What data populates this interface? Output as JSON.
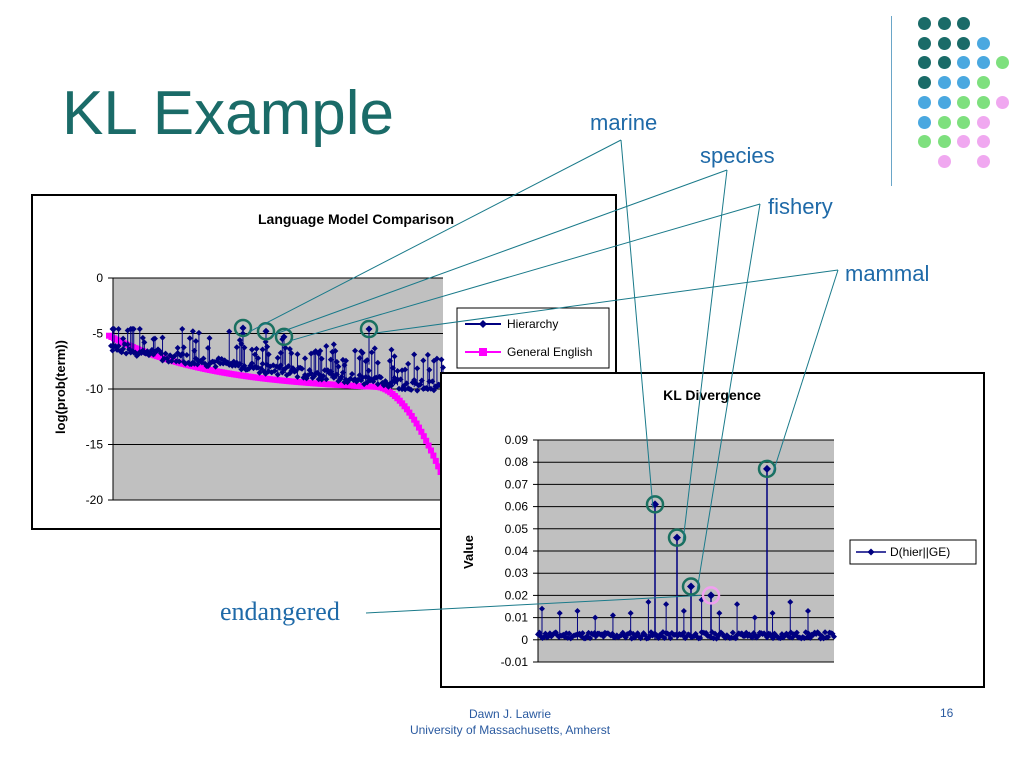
{
  "slide": {
    "title": "KL Example",
    "callouts": {
      "marine": "marine",
      "species": "species",
      "fishery": "fishery",
      "mammal": "mammal",
      "endangered": "endangered"
    },
    "footer": {
      "author": "Dawn J. Lawrie",
      "institution": "University of Massachusetts, Amherst",
      "page": "16"
    },
    "colors": {
      "title": "#1a6b68",
      "callout": "#1f6aa8",
      "dot_teal": "#1a6b68",
      "dot_blue": "#4aa8e0",
      "dot_green": "#7ee07e",
      "dot_pink": "#f0a8f0"
    },
    "decor_dots": [
      [
        "teal",
        "teal",
        "teal",
        ""
      ],
      [
        "teal",
        "teal",
        "teal",
        "blue"
      ],
      [
        "teal",
        "teal",
        "blue",
        "blue",
        "green"
      ],
      [
        "teal",
        "blue",
        "blue",
        "green"
      ],
      [
        "blue",
        "blue",
        "green",
        "green",
        "pink"
      ],
      [
        "blue",
        "green",
        "green",
        "pink"
      ],
      [
        "green",
        "green",
        "pink",
        "pink"
      ],
      [
        "",
        "pink",
        "",
        "pink"
      ]
    ]
  },
  "chart_data": [
    {
      "type": "line",
      "title": "Language Model Comparison",
      "xlabel": "",
      "ylabel": "log(prob(term))",
      "ylim": [
        -20,
        0
      ],
      "yticks": [
        0,
        -5,
        -10,
        -15,
        -20
      ],
      "grid": true,
      "legend": "right",
      "plot_bg": "#c0c0c0",
      "series": [
        {
          "name": "Hierarchy",
          "color": "#000080",
          "marker": "diamond",
          "baseline_start": -6.3,
          "baseline_end": -10.1,
          "spike_max": -4.6
        },
        {
          "name": "General English",
          "color": "#ff00ff",
          "marker": "square",
          "start": -5.2,
          "mid": -8.5,
          "knee": -9.8,
          "end": -18.0
        }
      ],
      "circled_points": [
        {
          "label": "marine",
          "y": -4.5
        },
        {
          "label": "species",
          "y": -4.8
        },
        {
          "label": "fishery",
          "y": -5.3
        },
        {
          "label": "mammal",
          "y": -4.6
        }
      ]
    },
    {
      "type": "line",
      "title": "KL Divergence",
      "xlabel": "",
      "ylabel": "Value",
      "ylim": [
        -0.01,
        0.09
      ],
      "yticks": [
        "0.09",
        "0.08",
        "0.07",
        "0.06",
        "0.05",
        "0.04",
        "0.03",
        "0.02",
        "0.01",
        "0",
        "-0.01"
      ],
      "grid": true,
      "legend": "right",
      "plot_bg": "#c0c0c0",
      "series": [
        {
          "name": "D(hier||GE)",
          "color": "#000080",
          "marker": "diamond"
        }
      ],
      "peaks": [
        {
          "label": "marine",
          "value": 0.061
        },
        {
          "label": "species",
          "value": 0.046
        },
        {
          "label": "fishery",
          "value": 0.024
        },
        {
          "label": "endangered",
          "value": 0.02
        },
        {
          "label": "mammal",
          "value": 0.077
        }
      ],
      "minor_peaks": [
        0.014,
        0.012,
        0.013,
        0.01,
        0.011,
        0.012,
        0.017,
        0.016,
        0.013,
        0.018,
        0.012,
        0.016,
        0.01,
        0.012,
        0.017,
        0.013
      ]
    }
  ]
}
